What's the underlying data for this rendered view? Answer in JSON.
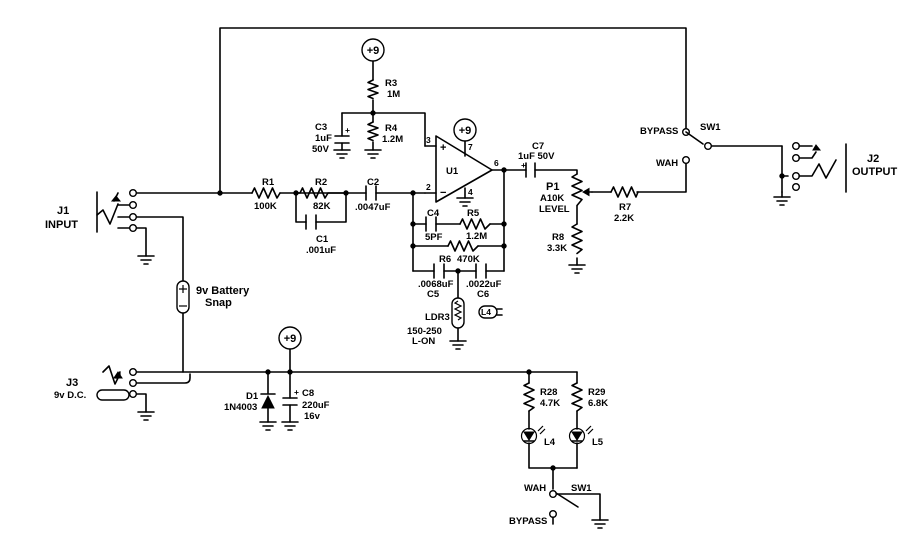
{
  "jacks": {
    "j1_name": "J1",
    "j1_label": "INPUT",
    "j2_name": "J2",
    "j2_label": "OUTPUT",
    "j3_name": "J3",
    "j3_label": "9v D.C."
  },
  "battery": {
    "line1": "9v Battery",
    "line2": "Snap"
  },
  "supply_label": "+9",
  "resistors": {
    "r1_name": "R1",
    "r1_value": "100K",
    "r2_name": "R2",
    "r2_value": "82K",
    "r3_name": "R3",
    "r3_value": "1M",
    "r4_name": "R4",
    "r4_value": "1.2M",
    "r5_name": "R5",
    "r5_value": "1.2M",
    "r6_name": "R6",
    "r6_value": "470K",
    "r7_name": "R7",
    "r7_value": "2.2K",
    "r8_name": "R8",
    "r8_value": "3.3K",
    "r28_name": "R28",
    "r28_value": "4.7K",
    "r29_name": "R29",
    "r29_value": "6.8K"
  },
  "capacitors": {
    "c1_name": "C1",
    "c1_value": ".001uF",
    "c2_name": "C2",
    "c2_value": ".0047uF",
    "c3_name": "C3",
    "c3_value1": "1uF",
    "c3_value2": "50V",
    "c4_name": "C4",
    "c4_value": "5PF",
    "c5_name": "C5",
    "c5_value": ".0068uF",
    "c6_name": "C6",
    "c6_value": ".0022uF",
    "c7_name": "C7",
    "c7_value": "1uF 50V",
    "c8_name": "C8",
    "c8_value1": "220uF",
    "c8_value2": "16v"
  },
  "opamp": {
    "name": "U1",
    "pin3": "3",
    "pin2": "2",
    "pin7": "7",
    "pin4": "4",
    "pin6": "6",
    "plus": "+",
    "minus": "−"
  },
  "pot": {
    "name": "P1",
    "value": "A10K",
    "label": "LEVEL"
  },
  "ldr": {
    "name": "LDR3",
    "value1": "150-250",
    "value2": "L-ON",
    "led_tag": "L4"
  },
  "diode": {
    "name": "D1",
    "value": "1N4003"
  },
  "leds": {
    "l4_name": "L4",
    "l5_name": "L5"
  },
  "switches": {
    "top_bypass": "BYPASS",
    "top_sw": "SW1",
    "top_wah": "WAH",
    "bottom_wah": "WAH",
    "bottom_sw": "SW1",
    "bottom_bypass": "BYPASS"
  }
}
